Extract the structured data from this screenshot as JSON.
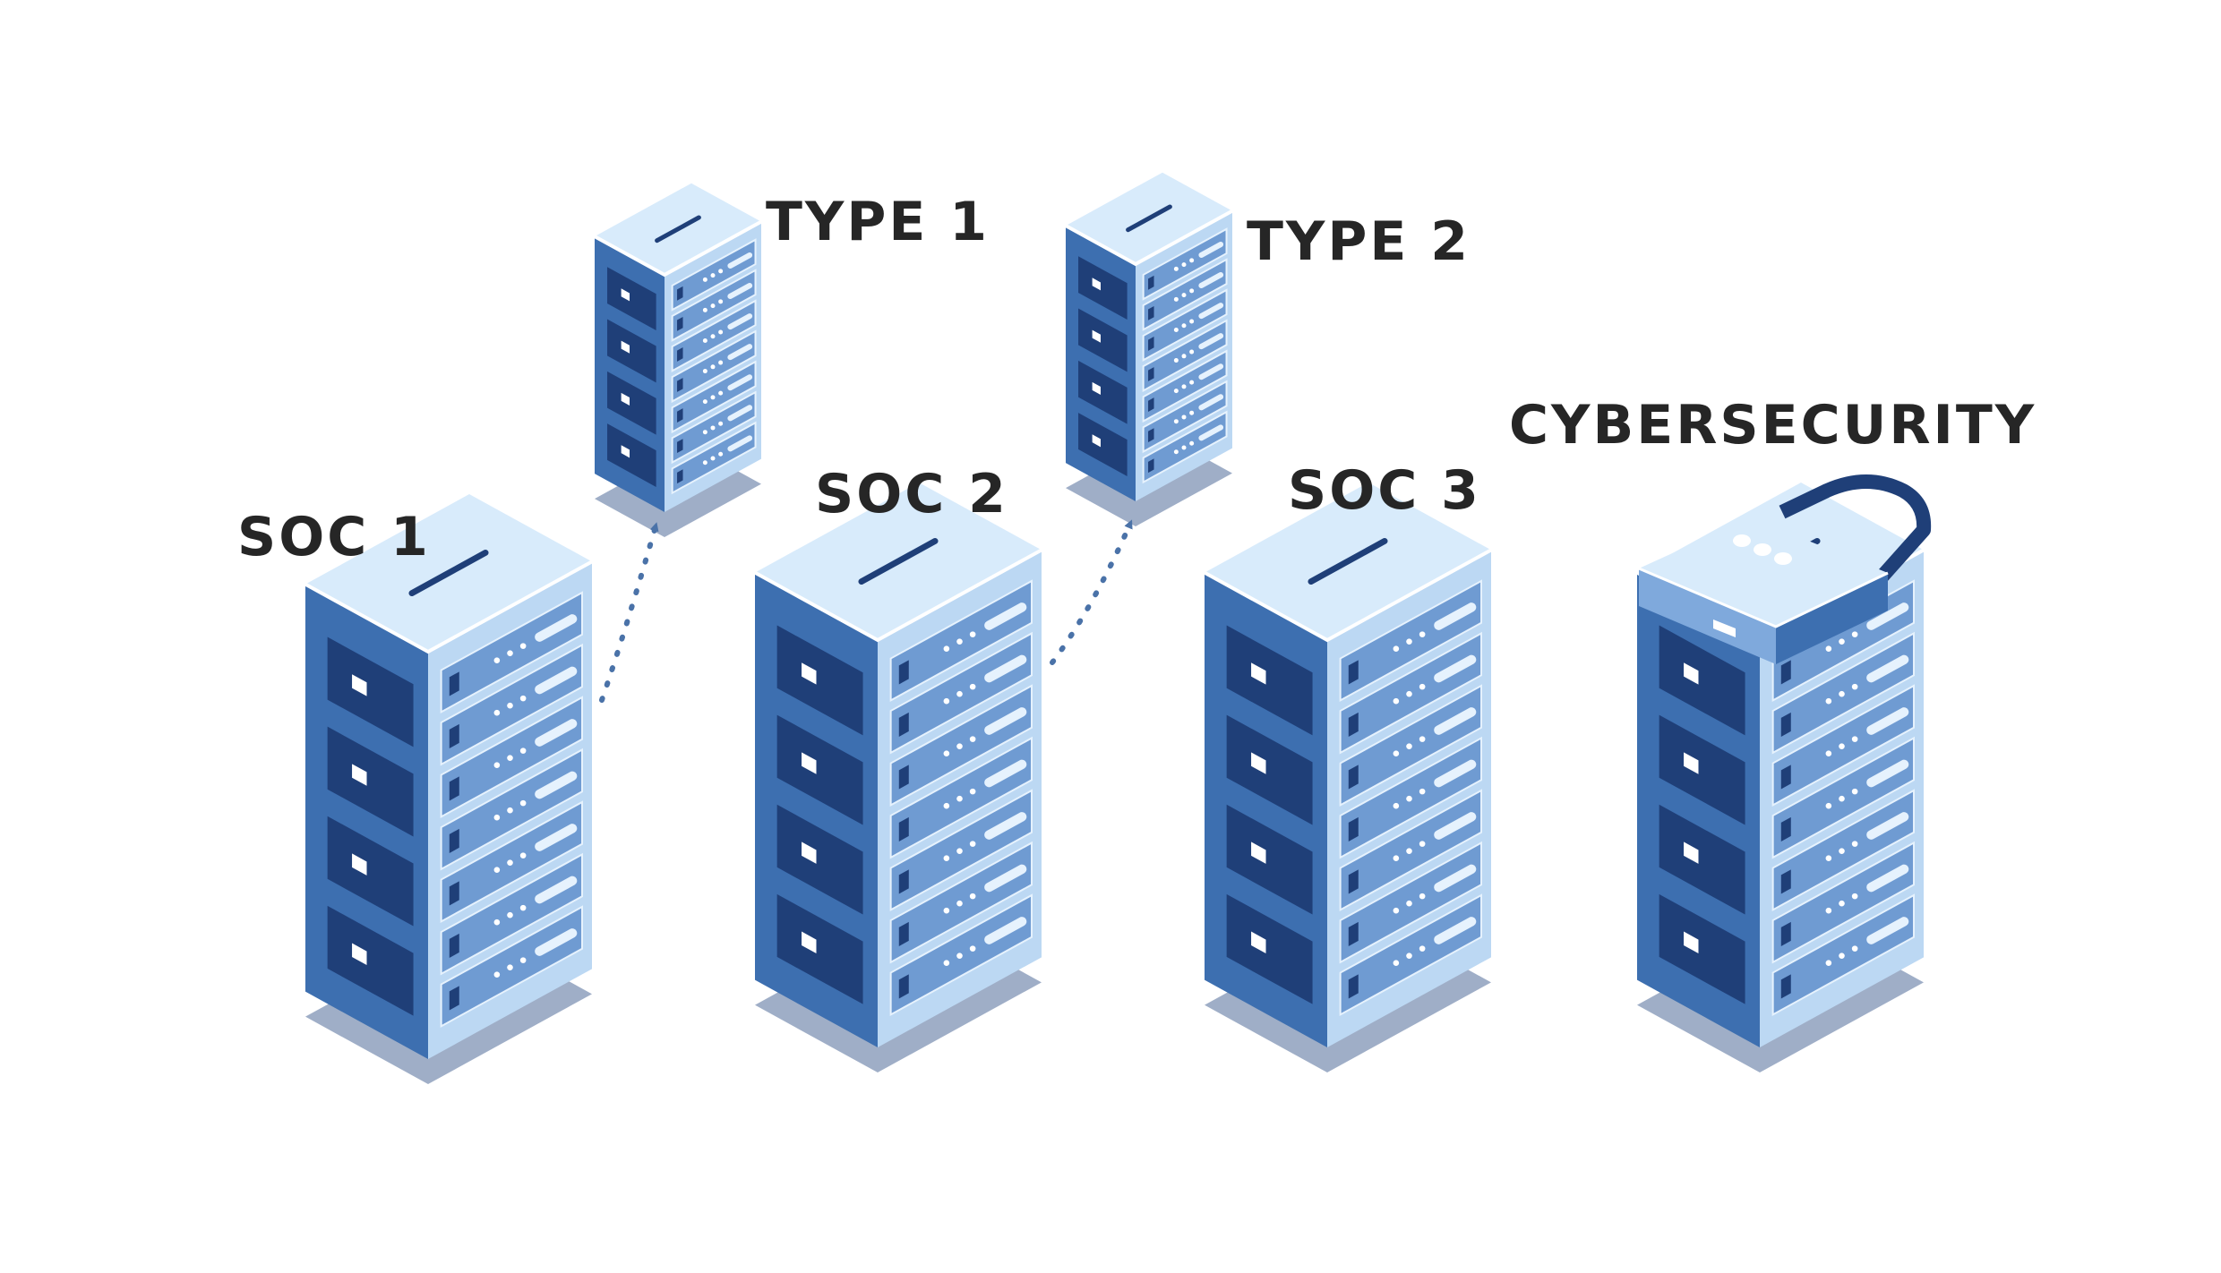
{
  "labels": {
    "soc1": "SOC 1",
    "soc2": "SOC 2",
    "soc3": "SOC 3",
    "type1": "TYPE 1",
    "type2": "TYPE 2",
    "cybersecurity": "CYBERSECURITY"
  },
  "colors": {
    "top": "#d8ebfb",
    "left": "#3d6fb0",
    "right": "#bcd8f3",
    "slot": "#1f3f78",
    "panel": "#6f9bd2",
    "shadow": "#8ea0bd",
    "arrow": "#4a72a8",
    "lock_shackle": "#1f3f78",
    "text": "#262626"
  },
  "icons": [
    "server-icon",
    "arrow-icon",
    "padlock-icon"
  ]
}
